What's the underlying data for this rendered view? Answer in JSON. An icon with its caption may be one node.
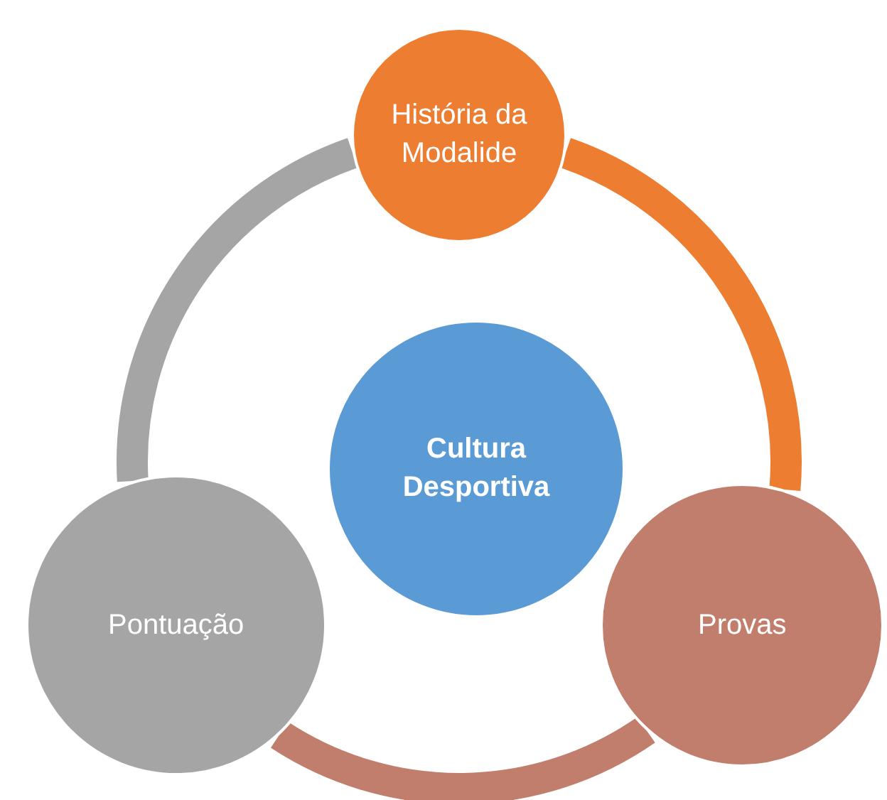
{
  "diagram": {
    "nodes": [
      {
        "text": [
          "História da Modalide"
        ]
      },
      {
        "text": [
          "Cultura Desportiva"
        ]
      },
      {
        "text": [
          "Pontuação"
        ]
      },
      {
        "text": [
          "Provas"
        ]
      }
    ],
    "edges": [
      {
        "from": 0,
        "to": 3,
        "arrow": "none",
        "color": "#ed7d31"
      },
      {
        "from": 3,
        "to": 2,
        "arrow": "none",
        "color": "#c27e6d"
      },
      {
        "from": 2,
        "to": 0,
        "arrow": "none",
        "color": "#a5a5a5"
      }
    ]
  }
}
